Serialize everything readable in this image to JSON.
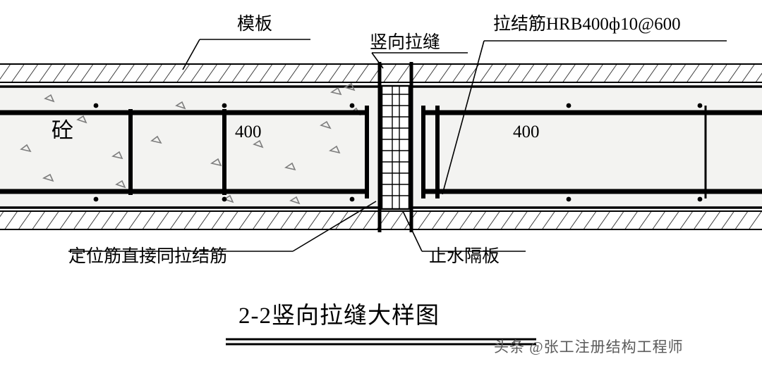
{
  "diagram": {
    "title": "2-2竖向拉缝大样图",
    "labels": {
      "formwork": "模板",
      "vertical_joint": "竖向拉缝",
      "tie_bar": "拉结筋HRB400ф10@600",
      "concrete": "砼",
      "dim_left": "400",
      "dim_right": "400",
      "locating_bar": "定位筋直接同拉结筋",
      "waterstop": "止水隔板"
    },
    "watermark": "头条 @张工注册结构工程师",
    "colors": {
      "line": "#000000",
      "hatch": "#1a1a1a",
      "fill": "#f2f2f0",
      "speckle": "#8c8c8c",
      "watermark": "#5a5a5a"
    }
  }
}
